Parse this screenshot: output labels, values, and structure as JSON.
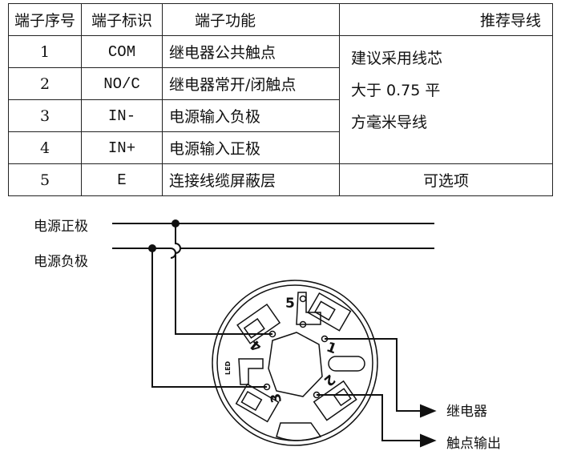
{
  "table": {
    "headers": [
      "端子序号",
      "端子标识",
      "端子功能",
      "推荐导线"
    ],
    "rows": [
      {
        "no": "1",
        "id": "COM",
        "func": "继电器公共触点"
      },
      {
        "no": "2",
        "id": "NO/C",
        "func": "继电器常开/闭触点"
      },
      {
        "no": "3",
        "id": "IN-",
        "func": "电源输入负极"
      },
      {
        "no": "4",
        "id": "IN+",
        "func": "电源输入正极"
      },
      {
        "no": "5",
        "id": "E",
        "func": "连接线缆屏蔽层"
      }
    ],
    "recommend": [
      "建议采用线芯",
      "大于 0.75 平",
      "方毫米导线"
    ],
    "optional": "可选项"
  },
  "diagram": {
    "power_pos": "电源正极",
    "power_neg": "电源负极",
    "relay": "继电器",
    "contact_out": "触点输出",
    "terminals": [
      "1",
      "2",
      "3",
      "4",
      "5"
    ],
    "led": "LED"
  }
}
